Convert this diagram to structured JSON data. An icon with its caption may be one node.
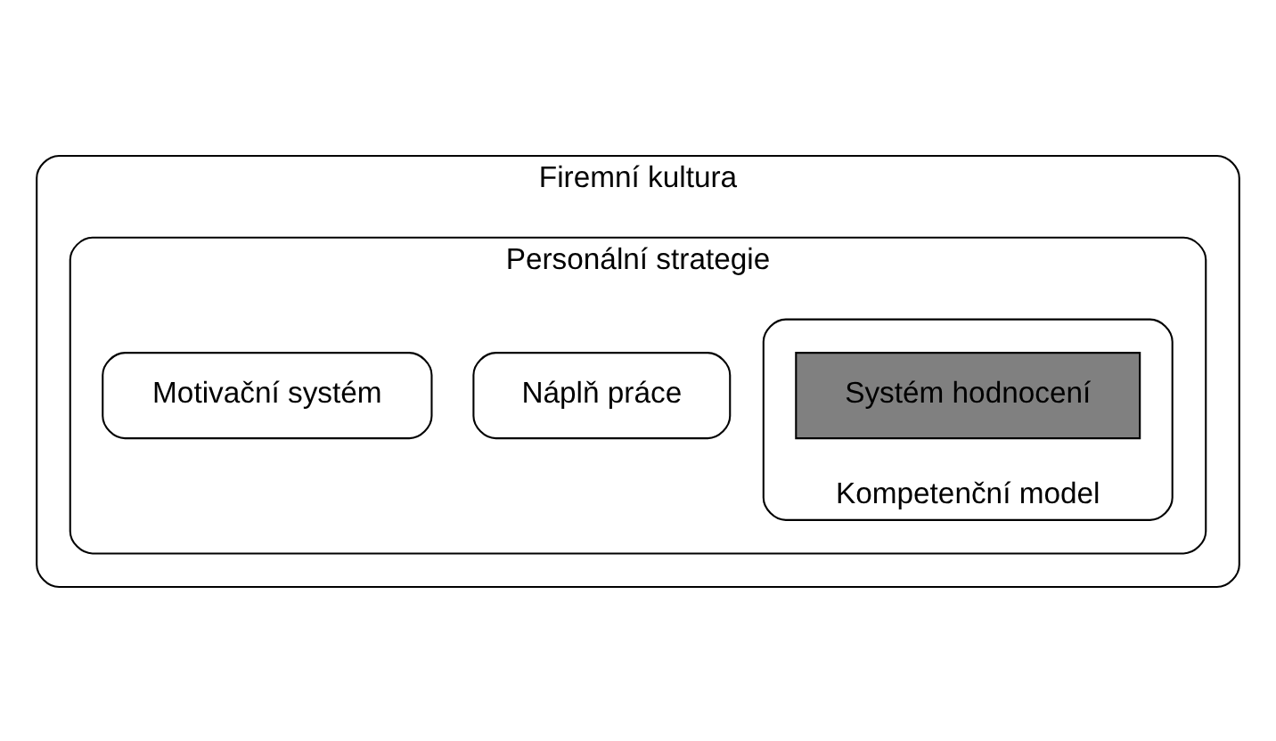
{
  "diagram": {
    "nodes": [
      {
        "text": [
          "Firemní kultura"
        ]
      },
      {
        "text": [
          "Personální strategie"
        ],
        "in": 0
      },
      {
        "text": [
          "Kompetenční model"
        ],
        "in": 1
      },
      {
        "text": [
          "Náplň práce"
        ],
        "in": 1
      },
      {
        "text": [
          "Motivační systém"
        ],
        "in": 1
      },
      {
        "text": [
          "Systém hodnocení"
        ],
        "in": 2
      }
    ]
  }
}
